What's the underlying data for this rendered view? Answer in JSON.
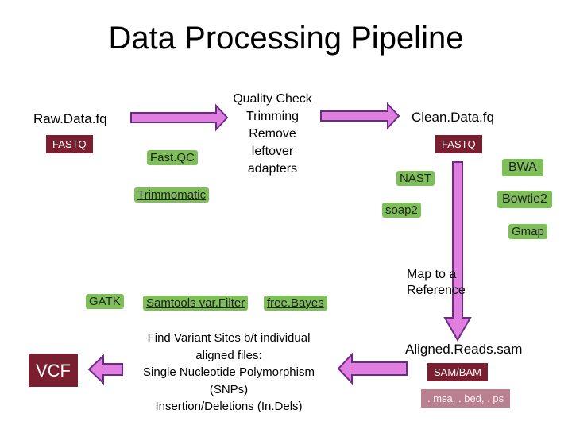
{
  "title": "Data Processing Pipeline",
  "raw": {
    "file": "Raw.Data.fq",
    "format": "FASTQ"
  },
  "qc": {
    "tools": [
      "Fast.QC",
      "Trimmomatic"
    ],
    "steps": [
      "Quality Check",
      "Trimming",
      "Remove",
      "leftover",
      "adapters"
    ]
  },
  "clean": {
    "file": "Clean.Data.fq",
    "format": "FASTQ"
  },
  "aligners": [
    "BWA",
    "NAST",
    "Bowtie2",
    "soap2",
    "Gmap"
  ],
  "map_step": [
    "Map to a",
    "Reference"
  ],
  "aligned": {
    "file": "Aligned.Reads.sam",
    "format": "SAM/BAM",
    "other_formats": ". msa, . bed, . ps"
  },
  "variant": {
    "description": [
      "Find Variant Sites b/t individual",
      "aligned files:",
      "Single Nucleotide Polymorphism",
      "(SNPs)",
      "Insertion/Deletions (In.Dels)"
    ],
    "tools": [
      "GATK",
      "Samtools var.Filter",
      "free.Bayes"
    ]
  },
  "output": "VCF",
  "colors": {
    "arrow_fill": "#e07fe0",
    "arrow_stroke": "#6a2a88",
    "tool_box": "#7fbf5a",
    "format_box": "#7a1f30"
  }
}
